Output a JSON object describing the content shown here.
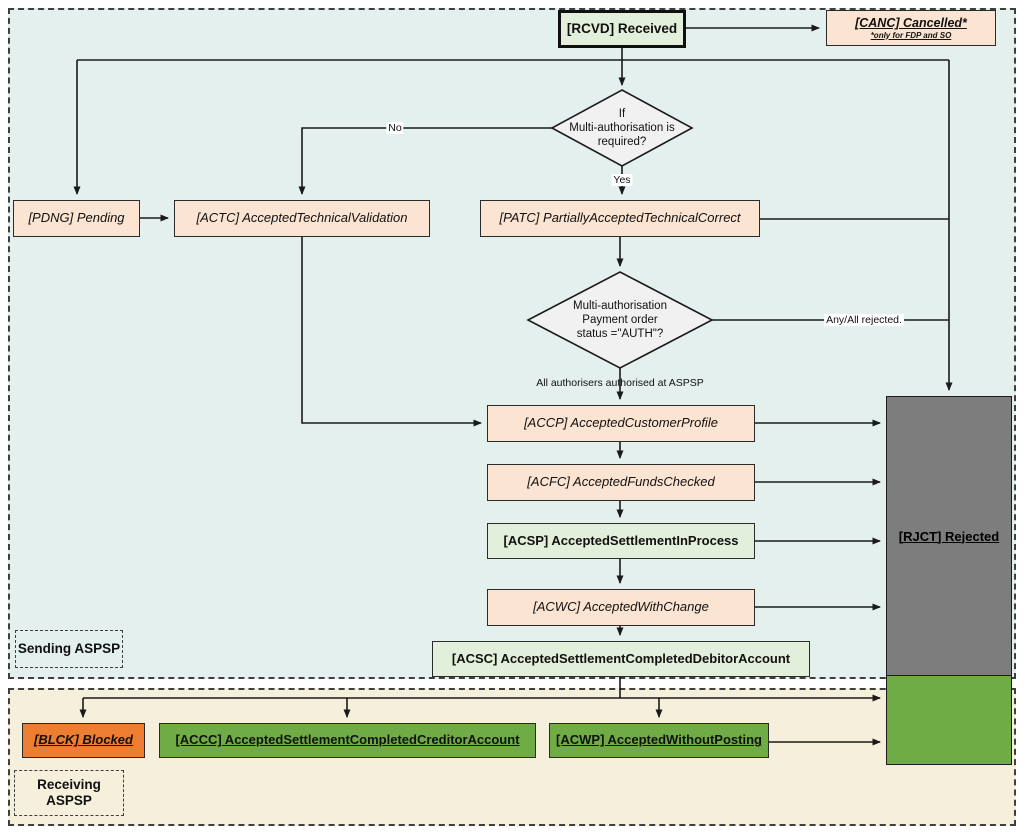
{
  "diagram": {
    "regions": {
      "sending": {
        "label": "Sending ASPSP"
      },
      "receiving": {
        "label_line1": "Receiving",
        "label_line2": "ASPSP"
      }
    },
    "nodes": {
      "rcvd": {
        "label": "[RCVD] Received"
      },
      "canc": {
        "label": "[CANC] Cancelled*",
        "note": "*only for FDP and SO"
      },
      "pdng": {
        "label": "[PDNG] Pending"
      },
      "actc": {
        "label": "[ACTC] AcceptedTechnicalValidation"
      },
      "patc": {
        "label": "[PATC] PartiallyAcceptedTechnicalCorrect"
      },
      "accp": {
        "label": "[ACCP] AcceptedCustomerProfile"
      },
      "acfc": {
        "label": "[ACFC] AcceptedFundsChecked"
      },
      "acsp": {
        "label": "[ACSP] AcceptedSettlementInProcess"
      },
      "acwc": {
        "label": "[ACWC] AcceptedWithChange"
      },
      "acsc": {
        "label": "[ACSC] AcceptedSettlementCompletedDebitorAccount"
      },
      "blck": {
        "label": "[BLCK] Blocked"
      },
      "accc": {
        "label": "[ACCC] AcceptedSettlementCompletedCreditorAccount"
      },
      "acwp": {
        "label": "[ACWP] AcceptedWithoutPosting"
      },
      "rjct": {
        "label": "[RJCT] Rejected"
      }
    },
    "decisions": {
      "multi_auth_required": {
        "line1": "If",
        "line2": "Multi-authorisation is",
        "line3": "required?"
      },
      "auth_status": {
        "line1": "Multi-authorisation",
        "line2": "Payment order",
        "line3": "status =\"AUTH\"?"
      }
    },
    "edge_labels": {
      "no": "No",
      "yes": "Yes",
      "any_all_rejected": "Any/All rejected.",
      "all_authorised": "All authorisers authorised at ASPSP"
    },
    "colors": {
      "peach": "#FCE4D2",
      "light_green": "#E2EFDA",
      "green": "#6FAC46",
      "orange": "#EC7D31",
      "gray": "#7D7D7D",
      "sending_bg": "#E4F0ED",
      "receiving_bg": "#F5EFDB",
      "diamond_fill": "#F1F1F1",
      "line": "#1A1A1A"
    }
  }
}
